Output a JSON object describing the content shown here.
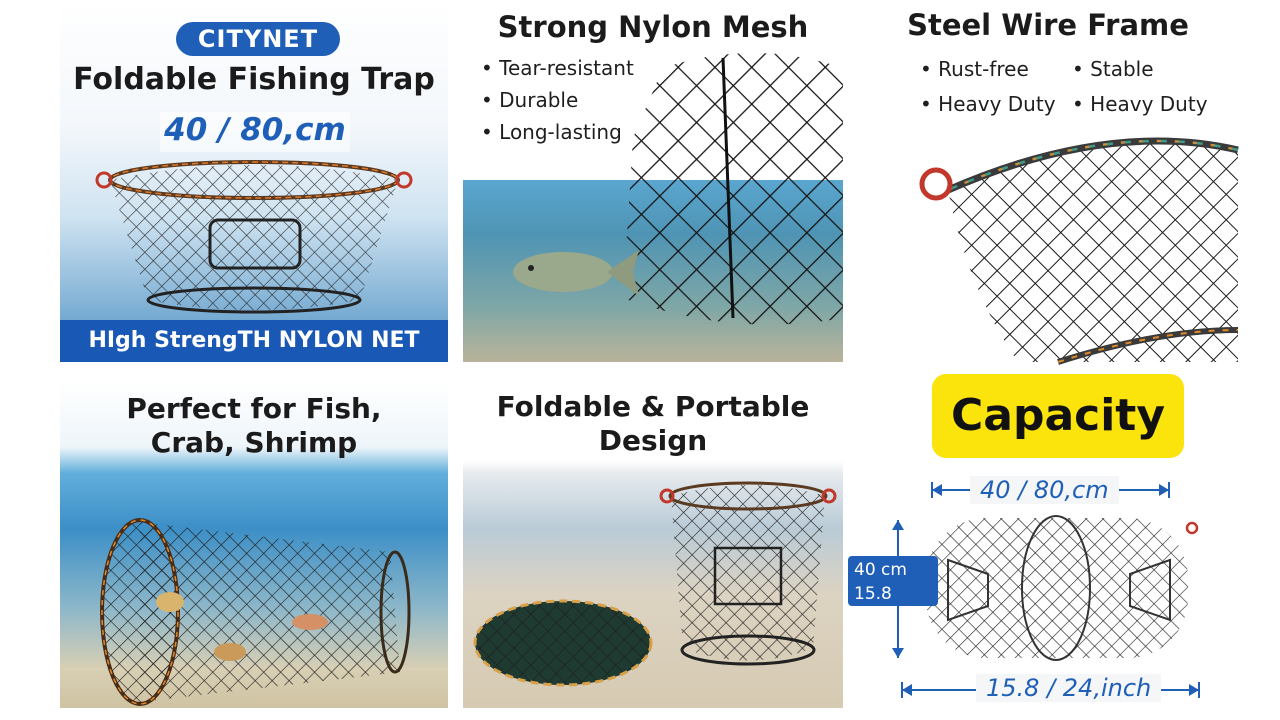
{
  "panel1": {
    "brand": "CITYNET",
    "title": "Foldable Fishing Trap",
    "size": "40 / 80,cm",
    "banner": "HIgh StrengTH NYLON NET"
  },
  "panel2": {
    "title": "Strong Nylon Mesh",
    "bullets": [
      "Tear-resistant",
      "Durable",
      "Long-lasting"
    ]
  },
  "panel3": {
    "title": "Steel Wire Frame",
    "bullets_left": [
      "Rust-free",
      "Heavy Duty"
    ],
    "bullets_right": [
      "Stable",
      "Heavy Duty"
    ]
  },
  "panel4": {
    "title_line1": "Perfect for Fish,",
    "title_line2": "Crab, Shrimp"
  },
  "panel5": {
    "title_line1": "Foldable & Portable",
    "title_line2": "Design"
  },
  "panel6": {
    "heading": "Capacity",
    "top_dimension": "40 / 80,cm",
    "height_line1": "40 cm",
    "height_line2": "15.8 inch",
    "bottom_dimension": "15.8 / 24,inch"
  },
  "colors": {
    "brand_blue": "#1f5fb8",
    "highlight_yellow": "#fbe30c"
  }
}
